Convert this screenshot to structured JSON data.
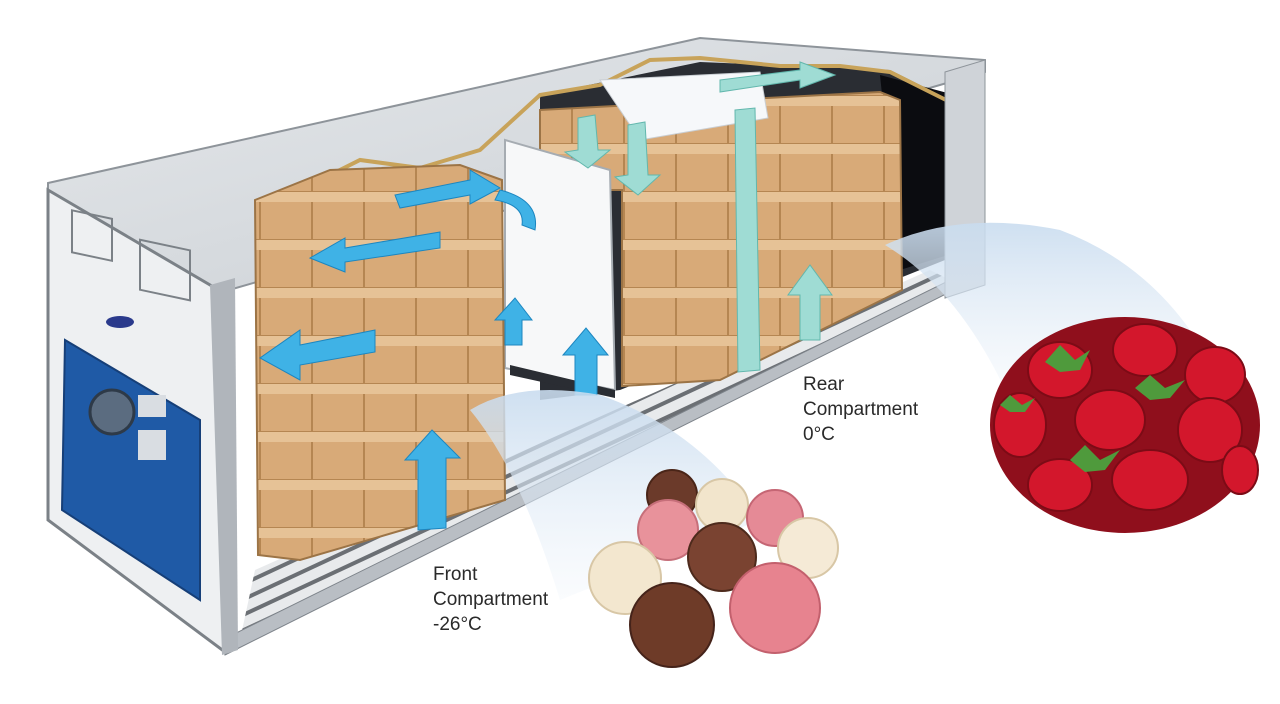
{
  "labels": {
    "rear": {
      "name_line1": "Rear",
      "name_line2": "Compartment",
      "temperature": "0°C"
    },
    "front": {
      "name_line1": "Front",
      "name_line2": "Compartment",
      "temperature": "-26°C"
    }
  },
  "colors": {
    "container": "#d9dde2",
    "box": "#d7a976",
    "cold_air_arrow": "#3fb2e6",
    "rear_air_arrow": "#9fdcd4",
    "strawberry": "#c8102e"
  }
}
